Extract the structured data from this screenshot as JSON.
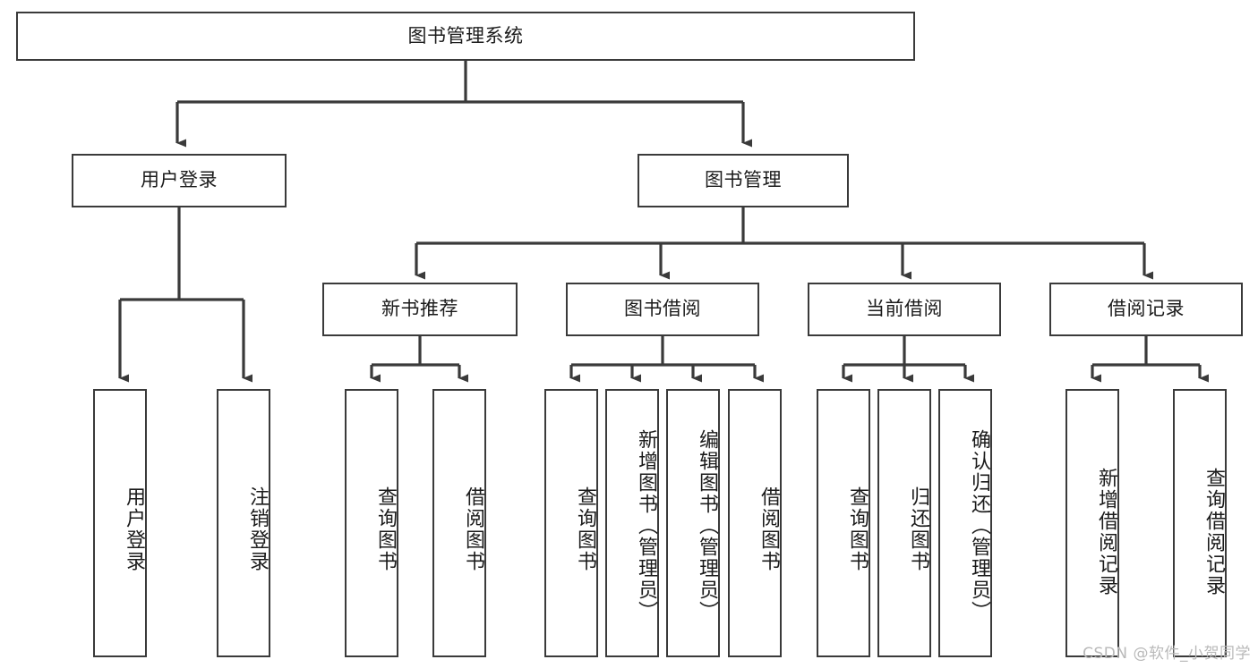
{
  "diagram": {
    "type": "tree",
    "title_node": "图书管理系统",
    "watermark": "CSDN @软件_小贺同学",
    "colors": {
      "box_border": "#3a3a3a",
      "box_fill": "#ffffff",
      "line": "#3a3a3a",
      "text": "#1b1b1b",
      "watermark": "#b9b9b9"
    },
    "nodes": {
      "root": {
        "label": "图书管理系统"
      },
      "level2": [
        {
          "id": "user_login",
          "label": "用户登录"
        },
        {
          "id": "book_manage",
          "label": "图书管理"
        }
      ],
      "level3": [
        {
          "id": "new_book_rec",
          "label": "新书推荐"
        },
        {
          "id": "book_borrow",
          "label": "图书借阅"
        },
        {
          "id": "current_borrow",
          "label": "当前借阅"
        },
        {
          "id": "borrow_record",
          "label": "借阅记录"
        }
      ],
      "leaves": [
        {
          "id": "leaf-user-login",
          "label": "用户登录",
          "parent": "user_login"
        },
        {
          "id": "leaf-logout",
          "label": "注销登录",
          "parent": "user_login"
        },
        {
          "id": "leaf-query-book-1",
          "label": "查询图书",
          "parent": "new_book_rec"
        },
        {
          "id": "leaf-borrow-book-1",
          "label": "借阅图书",
          "parent": "new_book_rec"
        },
        {
          "id": "leaf-query-book-2",
          "label": "查询图书",
          "parent": "book_borrow"
        },
        {
          "id": "leaf-add-book",
          "label": "新增图书（管理员）",
          "parent": "book_borrow"
        },
        {
          "id": "leaf-edit-book",
          "label": "编辑图书（管理员）",
          "parent": "book_borrow"
        },
        {
          "id": "leaf-borrow-book-2",
          "label": "借阅图书",
          "parent": "book_borrow"
        },
        {
          "id": "leaf-query-book-3",
          "label": "查询图书",
          "parent": "current_borrow"
        },
        {
          "id": "leaf-return-book",
          "label": "归还图书",
          "parent": "current_borrow"
        },
        {
          "id": "leaf-confirm-return",
          "label": "确认归还（管理员）",
          "parent": "current_borrow"
        },
        {
          "id": "leaf-add-record",
          "label": "新增借阅记录",
          "parent": "borrow_record"
        },
        {
          "id": "leaf-query-record",
          "label": "查询借阅记录",
          "parent": "borrow_record"
        }
      ]
    }
  }
}
